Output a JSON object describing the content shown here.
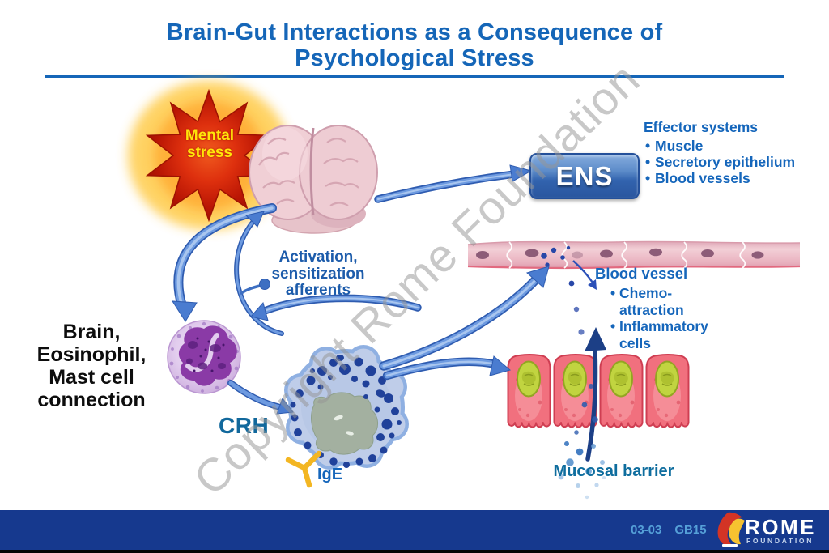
{
  "slide": {
    "title_line1": "Brain-Gut Interactions as a Consequence of",
    "title_line2": "Psychological Stress"
  },
  "diagram": {
    "mental_stress": "Mental\nstress",
    "ens_label": "ENS",
    "effector": {
      "heading": "Effector systems",
      "items": [
        "Muscle",
        "Secretory epithelium",
        "Blood vessels"
      ]
    },
    "blood_vessel": {
      "heading": "Blood vessel",
      "items": [
        "Chemo-attraction",
        "Inflammatory cells"
      ]
    },
    "activation": "Activation,\nsensitization\nafferents",
    "connection": "Brain,\nEosinophil,\nMast cell\nconnection",
    "crh": "CRH",
    "ige": "IgE",
    "mucosal_barrier": "Mucosal barrier"
  },
  "watermark": "Copyright Rome Foundation",
  "footer": {
    "slide_code": "03-03",
    "module_code": "GB15",
    "logo_name": "ROME",
    "logo_subtitle": "FOUNDATION"
  },
  "colors": {
    "title_blue": "#1566b8",
    "label_blue": "#1566bb",
    "teal_blue": "#0e6d9e",
    "footer_bar": "#16398e",
    "footer_code": "#55a0d8",
    "stress_yellow": "#ffe60a",
    "star_red": "#d42a0c",
    "arrow_blue": "#4a7cd0",
    "granule_navy": "#20419a",
    "mucosa_cell_pink": "#f1707e",
    "mucosa_nucleus_green": "#c1d440",
    "ige_yellow": "#f3b622"
  }
}
